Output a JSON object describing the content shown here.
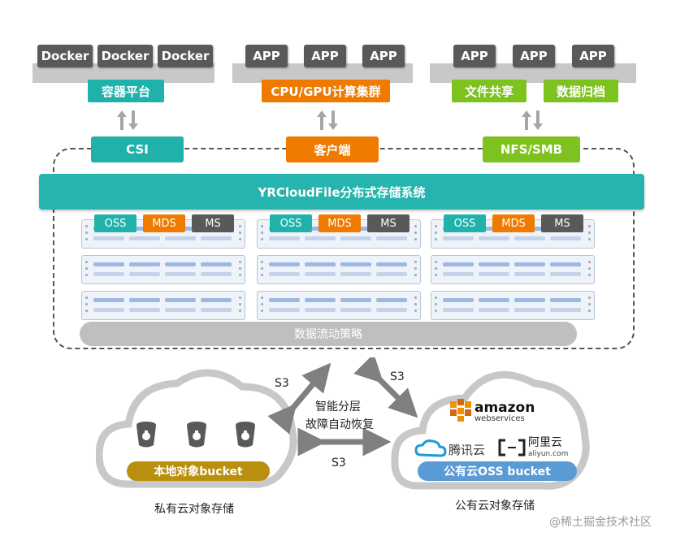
{
  "top": {
    "groups": [
      {
        "chips": [
          "Docker",
          "Docker",
          "Docker"
        ],
        "tags": [
          "容器平台"
        ],
        "protocol": "CSI"
      },
      {
        "chips": [
          "APP",
          "APP",
          "APP"
        ],
        "tags": [
          "CPU/GPU计算集群"
        ],
        "protocol": "客户端"
      },
      {
        "chips": [
          "APP",
          "APP",
          "APP"
        ],
        "tags": [
          "文件共享",
          "数据归档"
        ],
        "protocol": "NFS/SMB"
      }
    ]
  },
  "system": {
    "title": "YRCloudFile分布式存储系统",
    "services": [
      "OSS",
      "MDS",
      "MS"
    ]
  },
  "policy": "数据流动策略",
  "links": {
    "s3_left": "S3",
    "s3_right": "S3",
    "s3_bottom": "S3",
    "mid_line1": "智能分层",
    "mid_line2": "故障自动恢复"
  },
  "private_cloud": {
    "bucket": "本地对象bucket",
    "caption": "私有云对象存储"
  },
  "public_cloud": {
    "bucket": "公有云OSS bucket",
    "caption": "公有云对象存储",
    "amazon": "amazon",
    "amazon_sub": "webservices",
    "tencent": "腾讯云",
    "aliyun": "阿里云",
    "aliyun_sub": "aliyun.com"
  },
  "watermark": "@稀土掘金技术社区",
  "colors": {
    "teal": "#20b2aa",
    "orange": "#ee7a00",
    "green": "#7dc21e",
    "dark": "#595959",
    "bucket_gold": "#b8900e",
    "bucket_blue": "#5b9bd5"
  }
}
